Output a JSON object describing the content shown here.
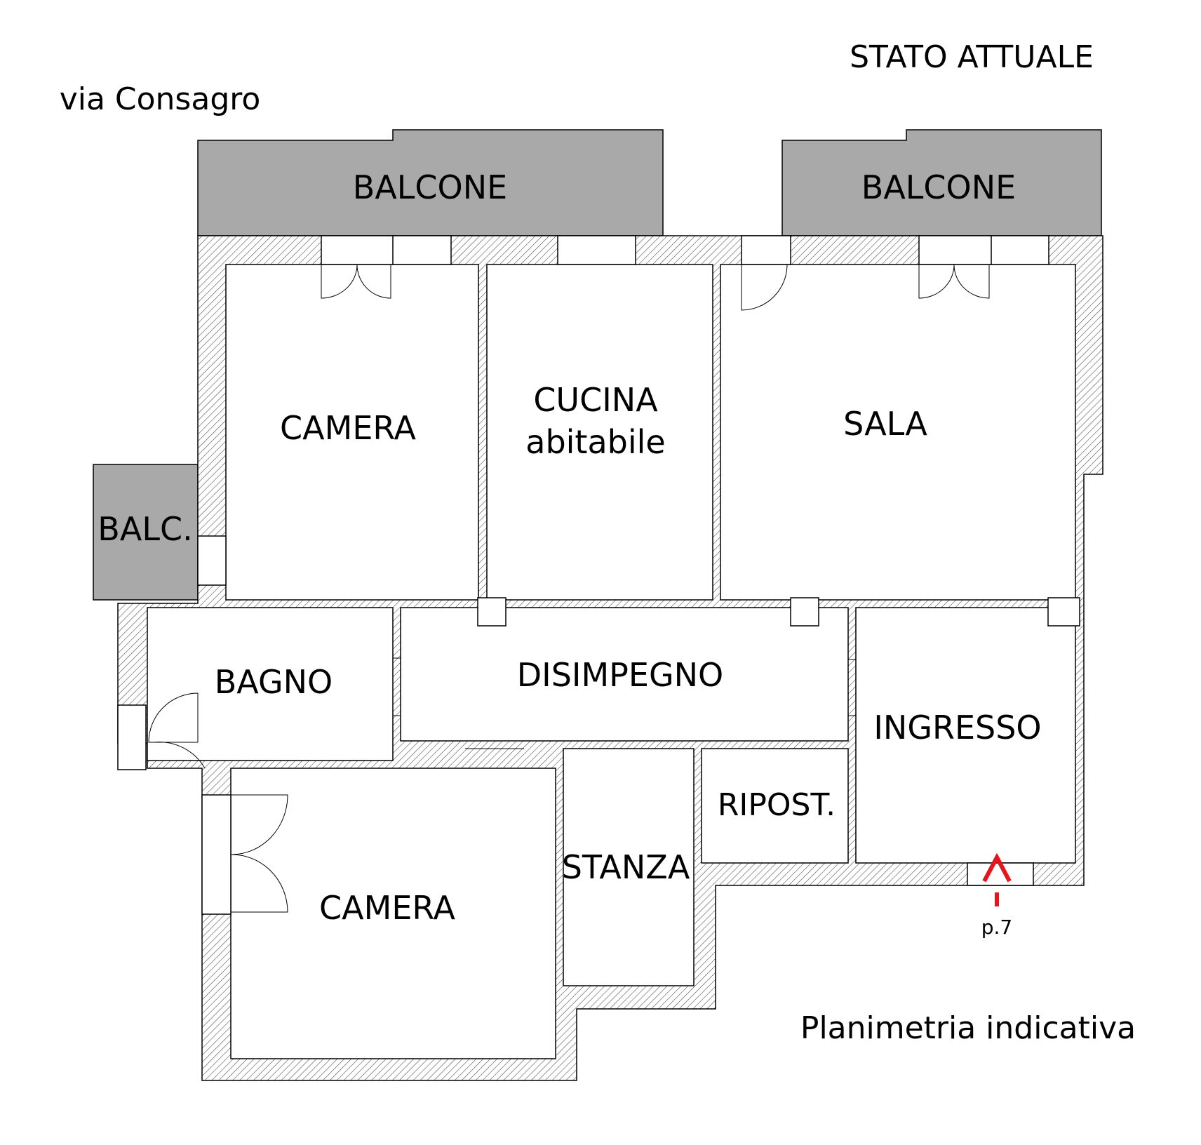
{
  "header": {
    "status": "STATO ATTUALE",
    "street": "via Consagro"
  },
  "rooms": {
    "balcone_left": "BALCONE",
    "balcone_right": "BALCONE",
    "balc_small": "BALC.",
    "camera_top": "CAMERA",
    "cucina_line1": "CUCINA",
    "cucina_line2": "abitabile",
    "sala": "SALA",
    "bagno": "BAGNO",
    "disimpegno": "DISIMPEGNO",
    "ingresso": "INGRESSO",
    "ripost": "RIPOST.",
    "stanza": "STANZA",
    "camera_bottom": "CAMERA"
  },
  "markers": {
    "view_ref": "p.7",
    "view_color": "#e8141b"
  },
  "footer": {
    "caption": "Planimetria indicativa"
  },
  "colors": {
    "balcony_fill": "#a9a9a9",
    "wall_hatch": "#444444"
  }
}
